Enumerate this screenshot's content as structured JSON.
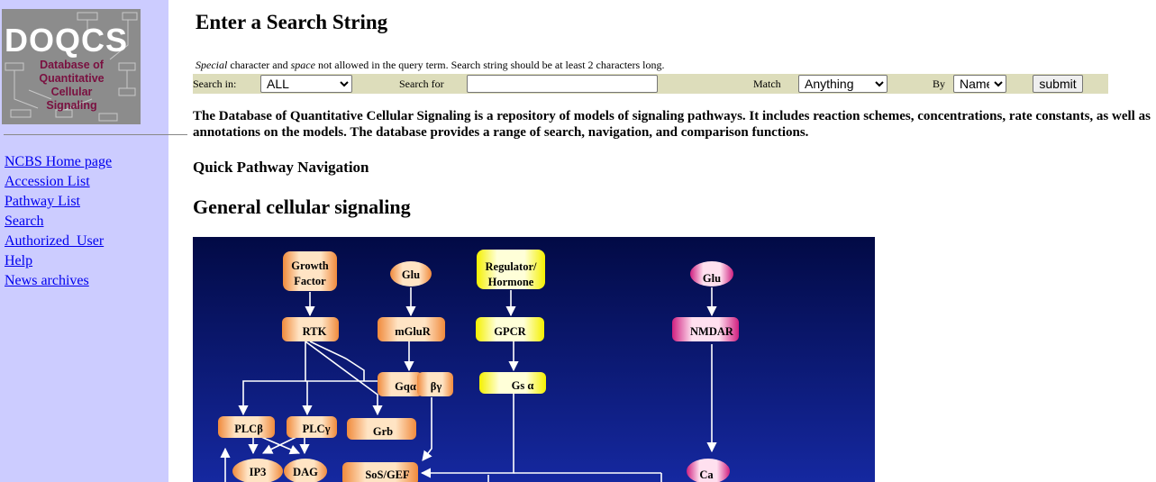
{
  "logo": {
    "title": "DOQCS",
    "subtitle_lines": [
      "Database of",
      "Quantitative",
      "Cellular",
      "Signaling"
    ]
  },
  "nav_links": [
    "NCBS Home page",
    "Accession List",
    "Pathway List",
    "Search",
    "Authorized_User",
    "Help",
    "News archives"
  ],
  "page_title": "Enter a Search String",
  "search_note": {
    "special": "Special",
    "part1": " character and ",
    "space": "space",
    "part2": " not allowed in the query term. Search string should be at least 2 characters long."
  },
  "search_form": {
    "search_in_label": "Search in:",
    "search_in_value": "ALL",
    "search_for_label": "Search for",
    "search_for_value": "",
    "match_label": "Match",
    "match_value": "Anything",
    "by_label": "By",
    "by_value": "Name",
    "submit_label": "submit"
  },
  "intro": "The Database of Quantitative Cellular Signaling is a repository of models of signaling pathways. It includes reaction schemes, concentrations, rate constants, as well as annotations on the models. The database provides a range of search, navigation, and comparison functions.",
  "quick_nav_heading": "Quick Pathway Navigation",
  "general_heading": "General cellular signaling",
  "diagram_nodes": {
    "growth_factor": [
      "Growth",
      "Factor"
    ],
    "glu1": "Glu",
    "regulator": [
      "Regulator/",
      "Hormone"
    ],
    "glu2": "Glu",
    "rtk": "RTK",
    "mglur": "mGluR",
    "gpcr": "GPCR",
    "nmdar": "NMDAR",
    "gq": "Gqα",
    "bg": "βγ",
    "gs": "Gs α",
    "plcb": "PLCβ",
    "plcg": "PLCγ",
    "grb": "Grb",
    "ip3": "IP3",
    "dag": "DAG",
    "sos": "SoS/GEF",
    "ca": "Ca"
  },
  "colors": {
    "sidebar": "#ccccff",
    "search_bar": "#ddddbb",
    "link": "#0000ee",
    "diagram_bg": "#0a1560"
  }
}
